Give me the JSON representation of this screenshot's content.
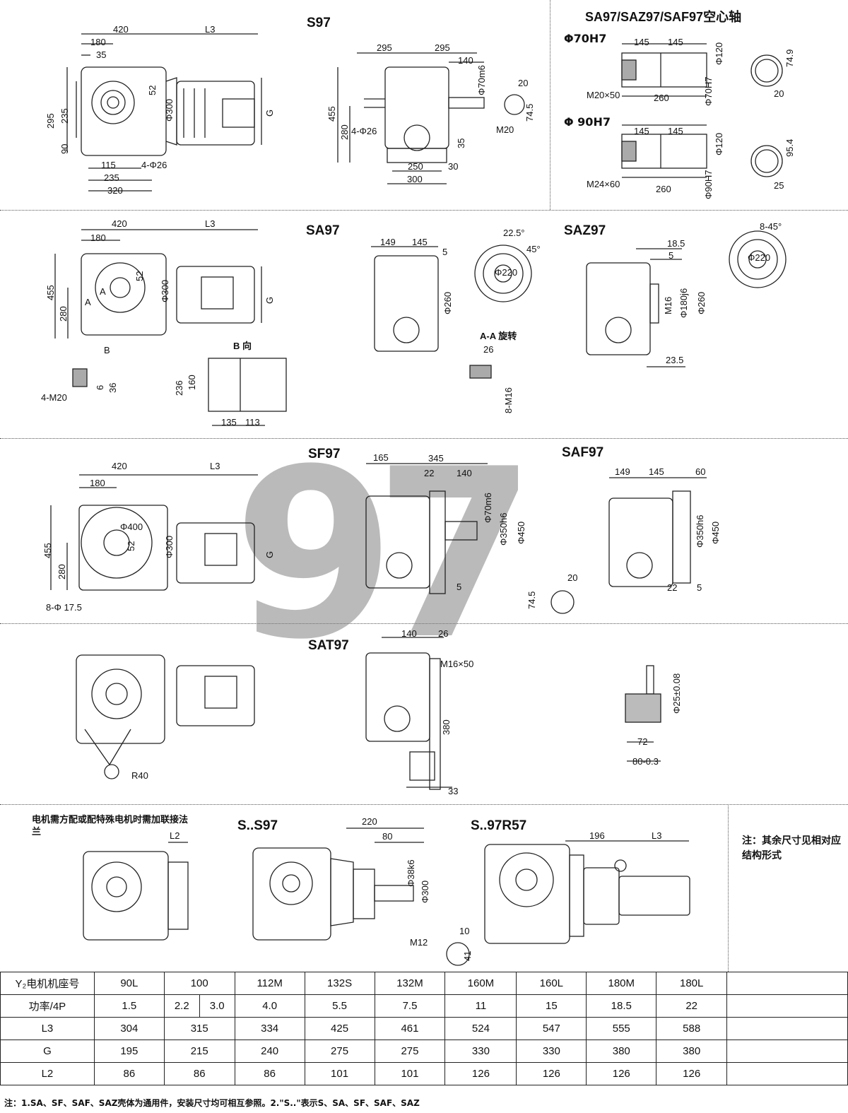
{
  "sections": {
    "s97": {
      "title": "S97",
      "dims": [
        "420",
        "L3",
        "180",
        "35",
        "52",
        "295",
        "235",
        "90",
        "Φ300",
        "G",
        "115",
        "4-Φ26",
        "235",
        "320"
      ],
      "side_dims": [
        "295",
        "295",
        "140",
        "Φ70m6",
        "455",
        "280",
        "4-Φ26",
        "M20",
        "35",
        "250",
        "30",
        "300",
        "20",
        "74.5"
      ]
    },
    "hollow": {
      "title": "SA97/SAZ97/SAF97空心轴",
      "phi70": "Φ70H7",
      "phi90": "Φ 90H7",
      "d70": [
        "145",
        "145",
        "Φ120",
        "74.9",
        "M20×50",
        "Φ70H7",
        "260",
        "20"
      ],
      "d90": [
        "145",
        "145",
        "Φ120",
        "95.4",
        "M24×60",
        "Φ90H7",
        "260",
        "25"
      ]
    },
    "sa97": {
      "title": "SA97",
      "dims": [
        "420",
        "L3",
        "180",
        "455",
        "280",
        "52",
        "Φ300",
        "G",
        "A",
        "A",
        "B",
        "4-M20",
        "6",
        "36"
      ],
      "bview": "B 向",
      "bdims": [
        "236",
        "160",
        "135",
        "113"
      ],
      "side": [
        "149",
        "145",
        "5",
        "Φ260"
      ],
      "flange": [
        "22.5°",
        "45°",
        "Φ220"
      ],
      "aa": "A-A 旋转",
      "aadims": [
        "26",
        "8-M16"
      ]
    },
    "saz97": {
      "title": "SAZ97",
      "dims": [
        "18.5",
        "5",
        "M16",
        "Φ180j6",
        "Φ260",
        "23.5"
      ],
      "flange": [
        "8-45°",
        "Φ220"
      ]
    },
    "sf97": {
      "title": "SF97",
      "dims": [
        "420",
        "L3",
        "180",
        "Φ400",
        "52",
        "455",
        "280",
        "Φ300",
        "G",
        "8-Φ 17.5"
      ],
      "side": [
        "165",
        "345",
        "22",
        "140",
        "Φ70m6",
        "Φ350h6",
        "Φ450",
        "5",
        "20",
        "74.5"
      ]
    },
    "saf97": {
      "title": "SAF97",
      "dims": [
        "149",
        "145",
        "60",
        "Φ350h6",
        "Φ450",
        "22",
        "5"
      ]
    },
    "sat97": {
      "title": "SAT97",
      "dims": [
        "140",
        "26",
        "M16×50",
        "380",
        "33",
        "R40"
      ],
      "pin": [
        "Φ25±0.08",
        "72",
        "80-0.3"
      ]
    },
    "motor": {
      "note": "电机需方配或配特殊电机时需加联接法兰",
      "l2": "L2"
    },
    "ss97": {
      "title": "S..S97",
      "dims": [
        "220",
        "80",
        "Φ38k6",
        "Φ300",
        "M12",
        "10",
        "41"
      ]
    },
    "r57": {
      "title": "S..97R57",
      "dims": [
        "196",
        "L3"
      ]
    },
    "side_note": "注：其余尺寸见相对应结构形式"
  },
  "watermark": "97",
  "table": {
    "header": [
      "Y₂电机机座号",
      "90L",
      "100",
      "112M",
      "132S",
      "132M",
      "160M",
      "160L",
      "180M",
      "180L"
    ],
    "power_label": "功率/4P",
    "power": [
      "1.5",
      "2.2",
      "3.0",
      "4.0",
      "5.5",
      "7.5",
      "11",
      "15",
      "18.5",
      "22"
    ],
    "rows": [
      {
        "label": "L3",
        "values": [
          "304",
          "315",
          "334",
          "425",
          "461",
          "524",
          "547",
          "555",
          "588"
        ]
      },
      {
        "label": "G",
        "values": [
          "195",
          "215",
          "240",
          "275",
          "275",
          "330",
          "330",
          "380",
          "380"
        ]
      },
      {
        "label": "L2",
        "values": [
          "86",
          "86",
          "86",
          "101",
          "101",
          "126",
          "126",
          "126",
          "126"
        ]
      }
    ]
  },
  "footer": "注：1.SA、SF、SAF、SAZ壳体为通用件，安装尺寸均可相互参照。2.\"S..\"表示S、SA、SF、SAF、SAZ"
}
